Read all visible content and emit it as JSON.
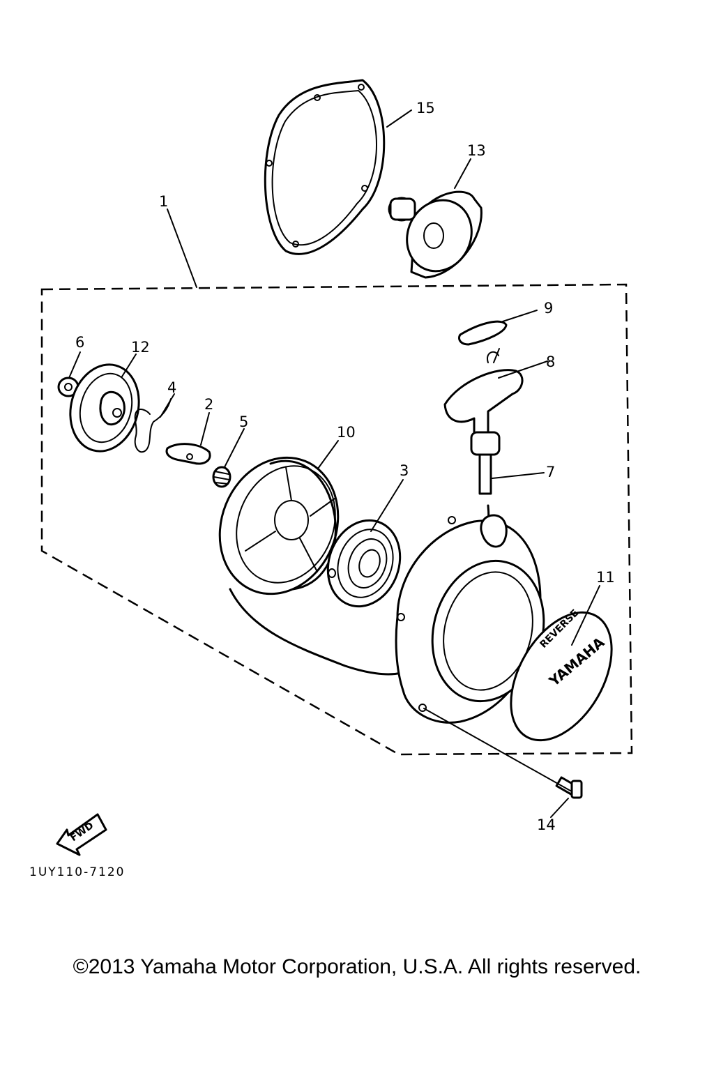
{
  "diagram": {
    "part_numbers": [
      "1",
      "2",
      "3",
      "4",
      "5",
      "6",
      "7",
      "8",
      "9",
      "10",
      "11",
      "12",
      "13",
      "14",
      "15"
    ],
    "fwd_label": "FWD",
    "drawing_code": "1UY110-7120",
    "cover_text_top": "REVERSE",
    "cover_text_main": "YAMAHA"
  },
  "footer": {
    "copyright": "©2013 Yamaha Motor Corporation, U.S.A. All rights reserved."
  }
}
